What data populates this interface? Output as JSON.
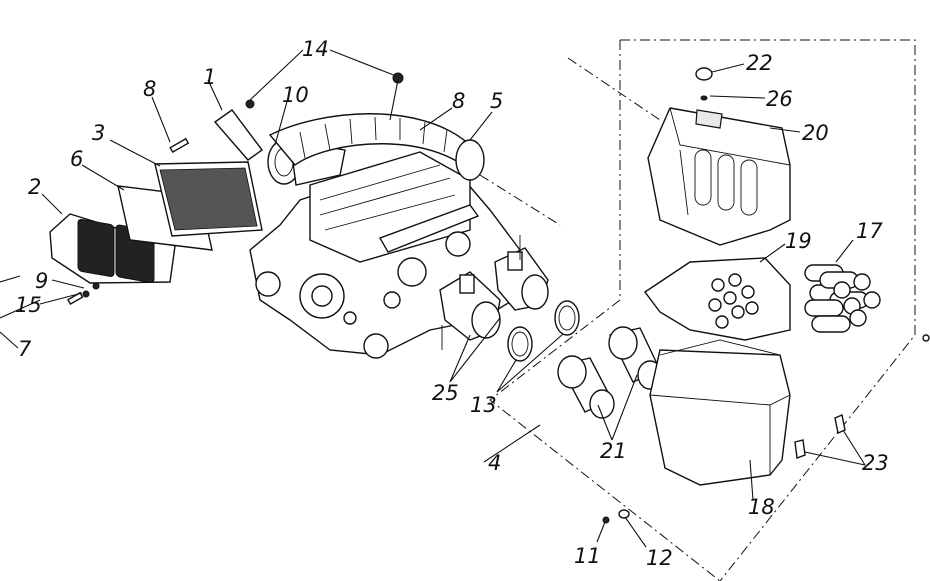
{
  "callouts": {
    "c1": "1",
    "c2": "2",
    "c3": "3",
    "c4": "4",
    "c5": "5",
    "c6": "6",
    "c7": "7",
    "c8a": "8",
    "c8b": "8",
    "c9": "9",
    "c10": "10",
    "c11": "11",
    "c12": "12",
    "c13": "13",
    "c14": "14",
    "c15": "15",
    "c17": "17",
    "c18": "18",
    "c19": "19",
    "c20": "20",
    "c21": "21",
    "c22": "22",
    "c23": "23",
    "c25": "25",
    "c26": "26"
  }
}
